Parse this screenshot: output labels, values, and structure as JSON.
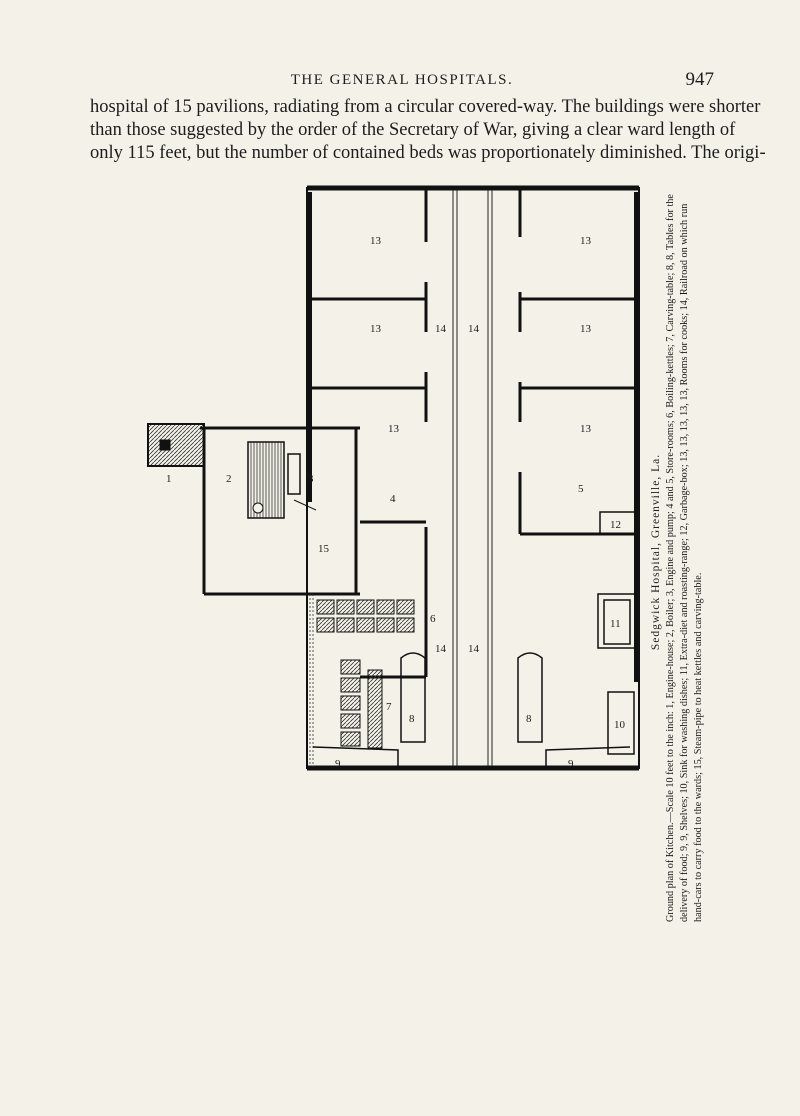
{
  "header": {
    "title": "THE GENERAL HOSPITALS.",
    "page_number": "947"
  },
  "body_lines": [
    "hospital of 15 pavilions, radiating from a circular covered-way.  The buildings were shorter",
    "than those suggested by the order of the Secretary of War, giving a clear ward length of",
    "only 115 feet, but the number of contained beds was proportionately diminished.  The origi-"
  ],
  "figure": {
    "caption_title": "Sedgwick Hospital, Greenville, La.",
    "caption_text": "Ground plan of Kitchen.—Scale 10 feet to the inch: 1, Engine-house; 2, Boiler; 3, Engine and pump; 4 and 5, Store-rooms; 6, Boiling-kettles; 7, Carving-table; 8, 8, Tables for the delivery of food; 9, 9, Shelves; 10, Sink for washing dishes; 11, Extra-diet and roasting-range; 12, Garbage-box; 13, 13, 13, 13, 13, Rooms for cooks; 14, Railroad on which run hand-cars to carry food to the wards; 15, Steam-pipe to heat kettles and carving-table.",
    "labels": {
      "cooks_room": "13",
      "railroad": "14",
      "store_room_4": "4",
      "store_room_5": "5",
      "engine_house": "1",
      "boiler": "2",
      "engine_pump": "3",
      "boiling_kettles": "6",
      "carving_table": "7",
      "delivery_table": "8",
      "shelves": "9",
      "sink": "10",
      "range": "11",
      "garbage_box": "12",
      "steam_pipe": "15"
    }
  }
}
